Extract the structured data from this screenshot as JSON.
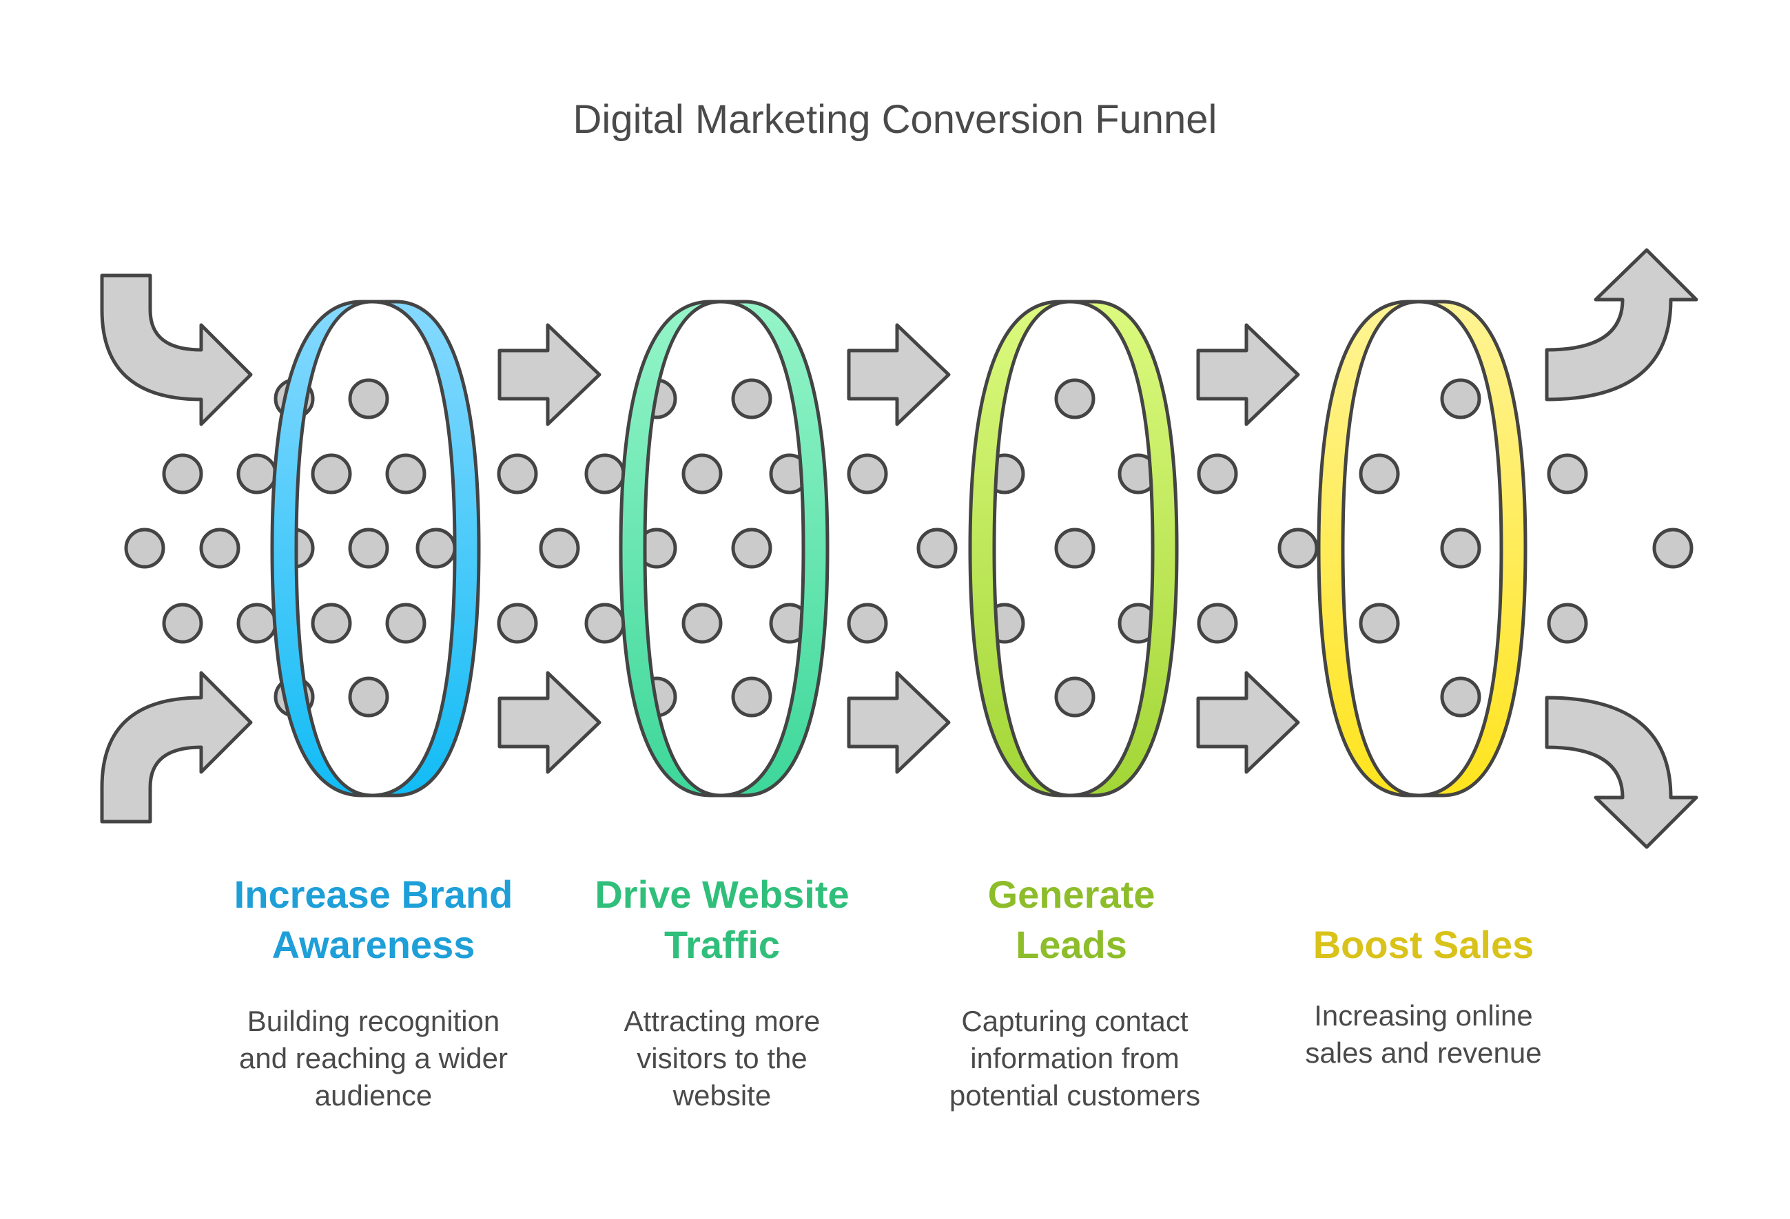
{
  "title": "Digital Marketing Conversion Funnel",
  "stages": [
    {
      "title_lines": [
        "Increase Brand",
        "Awareness"
      ],
      "description_lines": [
        "Building recognition",
        "and reaching a wider",
        "audience"
      ],
      "color": "#1e9fd8",
      "ring_light": "#7fd6ff",
      "ring_dark": "#1ab8f0"
    },
    {
      "title_lines": [
        "Drive Website",
        "Traffic"
      ],
      "description_lines": [
        "Attracting more",
        "visitors to the",
        "website"
      ],
      "color": "#2fbf7a",
      "ring_light": "#8cf2c2",
      "ring_dark": "#3fd59a"
    },
    {
      "title_lines": [
        "Generate",
        "Leads"
      ],
      "description_lines": [
        "Capturing contact",
        "information from",
        "potential customers"
      ],
      "color": "#8dbd2a",
      "ring_light": "#d8f77a",
      "ring_dark": "#a6d83a"
    },
    {
      "title_lines": [
        "",
        "Boost Sales"
      ],
      "description_lines": [
        "Increasing online",
        "sales and revenue"
      ],
      "color": "#d9c219",
      "ring_light": "#fff08a",
      "ring_dark": "#ffe42a"
    }
  ],
  "icons": {
    "arrow": "arrow-right-icon",
    "dot": "particle-dot-icon"
  },
  "colors": {
    "arrow_fill": "#cfcfcf",
    "stroke": "#444444",
    "dot_fill": "#cbcbcb"
  }
}
